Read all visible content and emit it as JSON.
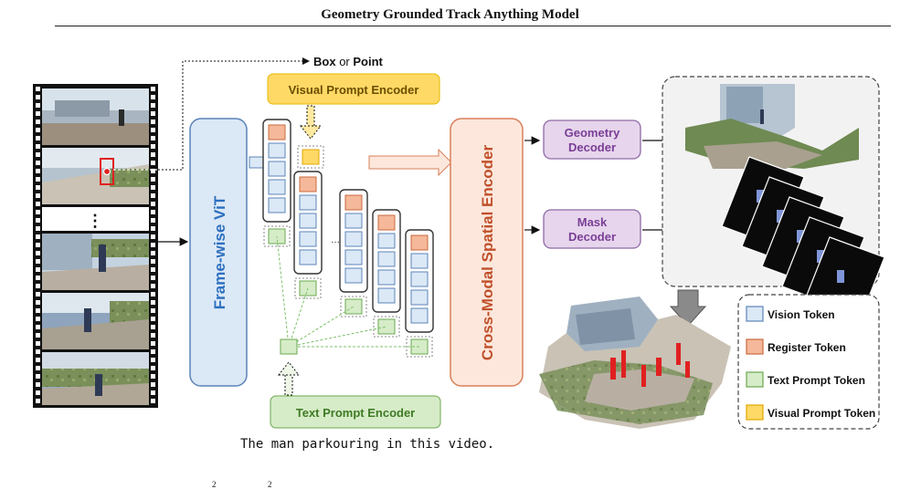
{
  "header": {
    "title": "Geometry Grounded Track Anything Model"
  },
  "prompts": {
    "box_or_point": {
      "box": "Box",
      "or": "or",
      "point": "Point"
    },
    "caption": "The man parkouring in this video.",
    "ellipsis": "⋮"
  },
  "modules": {
    "visual_prompt_encoder": "Visual Prompt Encoder",
    "text_prompt_encoder": "Text Prompt Encoder",
    "frame_vit": "Frame-wise ViT",
    "cross_modal": "Cross-Modal Spatial Encoder",
    "geometry_decoder": [
      "Geometry",
      "Decoder"
    ],
    "mask_decoder": [
      "Mask",
      "Decoder"
    ]
  },
  "legend": {
    "items": [
      {
        "label": "Vision Token",
        "color": "#dbe8f6",
        "stroke": "#5b84b8"
      },
      {
        "label": "Register Token",
        "color": "#f5b89a",
        "stroke": "#c96a3e"
      },
      {
        "label": "Text Prompt Token",
        "color": "#d6ecc8",
        "stroke": "#6aa84f"
      },
      {
        "label": "Visual Prompt Token",
        "color": "#ffd966",
        "stroke": "#e0a800"
      }
    ]
  },
  "footer": {
    "frag_a": "2",
    "frag_b": "2"
  },
  "colors": {
    "vit_fill": "#dbe8f6",
    "vit_stroke": "#5b84b8",
    "vit_text": "#2d6fbf",
    "cross_fill": "#fde7dc",
    "cross_stroke": "#d9805a",
    "cross_text": "#c0502a",
    "decoder_fill": "#e6d5ec",
    "decoder_stroke": "#8e6aa6",
    "decoder_text": "#7a3e96",
    "visual_enc_fill": "#ffd966",
    "visual_enc_text": "#6b4e00",
    "text_enc_fill": "#d6ecc8",
    "text_enc_stroke": "#6aa84f",
    "text_enc_text": "#3e7a24"
  }
}
